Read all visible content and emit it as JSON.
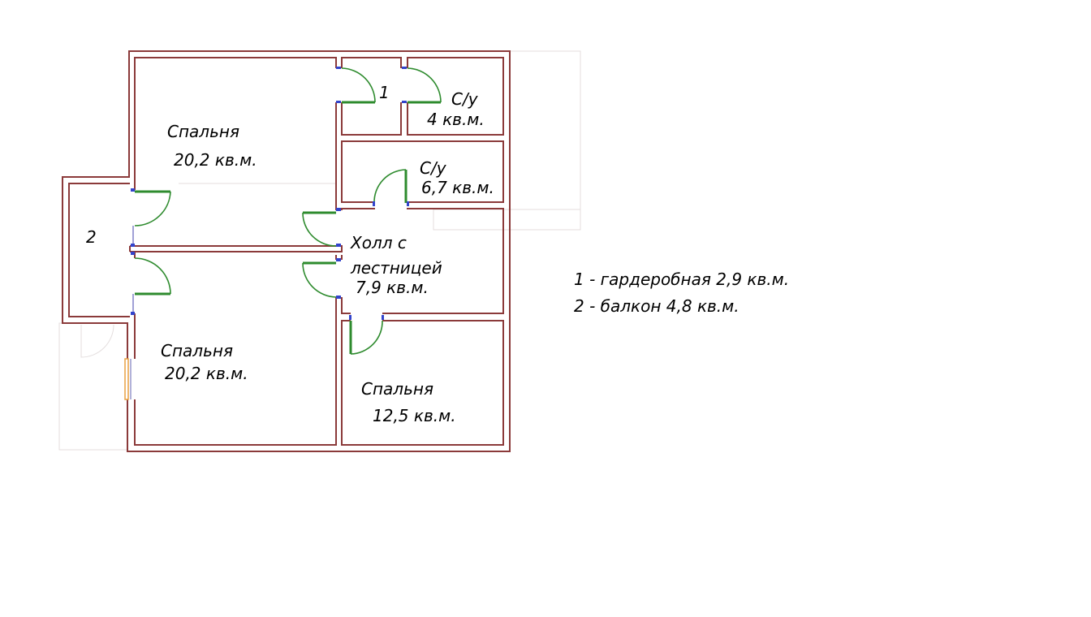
{
  "rooms": {
    "bedroom_top": {
      "name": "Спальня",
      "area": "20,2 кв.м."
    },
    "wardrobe": {
      "name": "1"
    },
    "wc_small": {
      "name": "С/у",
      "area": "4 кв.м."
    },
    "wc_large": {
      "name": "С/у",
      "area": "6,7 кв.м."
    },
    "balcony": {
      "name": "2"
    },
    "hall": {
      "name_line1": "Холл с",
      "name_line2": "лестницей",
      "area": "7,9 кв.м."
    },
    "bedroom_bottom": {
      "name": "Спальня",
      "area": "20,2 кв.м."
    },
    "bedroom_small": {
      "name": "Спальня",
      "area": "12,5 кв.м."
    }
  },
  "legend": [
    "1 - гардеробная 2,9 кв.м.",
    "2 - балкон 4,8 кв.м."
  ],
  "colors": {
    "wall": "#8b3a3a",
    "door": "#2e8b2e",
    "window": "#e8a040"
  }
}
